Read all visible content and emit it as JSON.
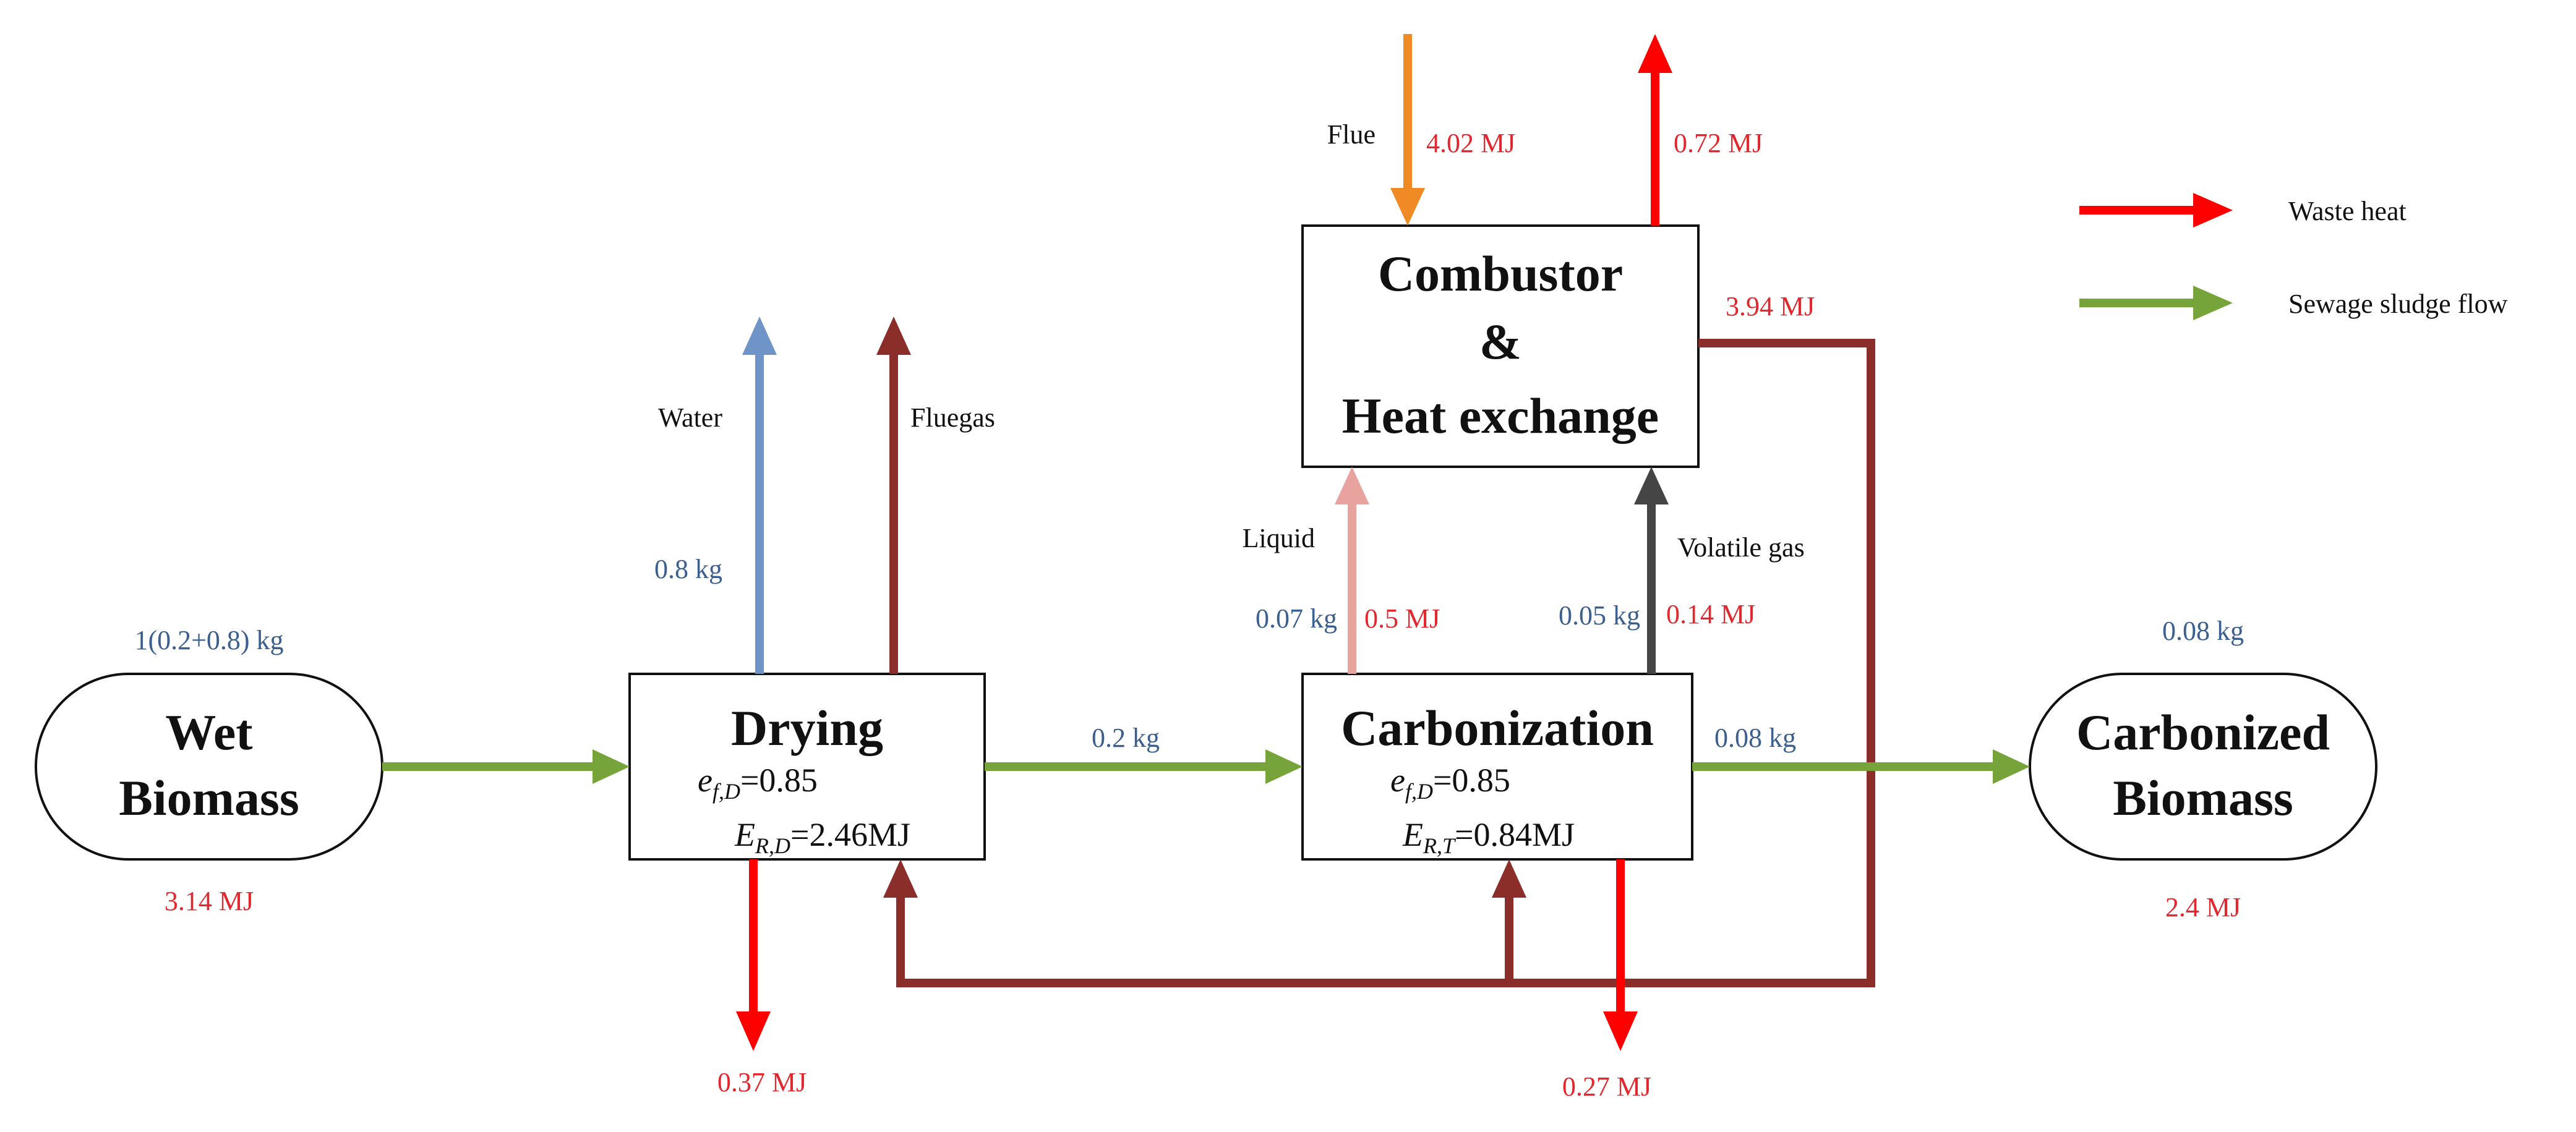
{
  "colors": {
    "sludge": "#77a43a",
    "waste_heat": "#ff0000",
    "fluegas": "#8b2e2a",
    "water": "#6f95c8",
    "flue": "#f08a24",
    "liquid": "#e8a39f",
    "volatile": "#454545",
    "mass_text": "#3b5f8f",
    "energy_text": "#e0282e",
    "text": "#111111"
  },
  "nodes": {
    "wet_biomass": {
      "line1": "Wet",
      "line2": "Biomass"
    },
    "drying": {
      "title": "Drying",
      "eq1_sym": "e",
      "eq1_sub": "f,D",
      "eq1_val": "=0.85",
      "eq2_sym": "E",
      "eq2_sub": "R,D",
      "eq2_val": "=2.46MJ"
    },
    "carbonization": {
      "title": "Carbonization",
      "eq1_sym": "e",
      "eq1_sub": "f,D",
      "eq1_val": "=0.85",
      "eq2_sym": "E",
      "eq2_sub": "R,T",
      "eq2_val": "=0.84MJ"
    },
    "combustor": {
      "line1": "Combustor",
      "line2": "&",
      "line3": "Heat exchange"
    },
    "carbonized_biomass": {
      "line1": "Carbonized",
      "line2": "Biomass"
    }
  },
  "labels": {
    "wet_mass": "1(0.2+0.8) kg",
    "wet_energy": "3.14 MJ",
    "water": "Water",
    "water_mass": "0.8 kg",
    "fluegas": "Fluegas",
    "drying_loss": "0.37 MJ",
    "dry_to_carb": "0.2 kg",
    "liquid": "Liquid",
    "liquid_mass": "0.07 kg",
    "liquid_energy": "0.5 MJ",
    "volatile": "Volatile gas",
    "volatile_mass": "0.05 kg",
    "volatile_energy": "0.14 MJ",
    "flue": "Flue",
    "flue_energy": "4.02 MJ",
    "combustor_waste": "0.72 MJ",
    "recycle_heat": "3.94 MJ",
    "carb_out": "0.08 kg",
    "carbonized_mass": "0.08 kg",
    "carbonized_energy": "2.4 MJ",
    "carb_loss": "0.27 MJ"
  },
  "legend": {
    "waste_heat": "Waste heat",
    "sludge_flow": "Sewage sludge flow"
  }
}
